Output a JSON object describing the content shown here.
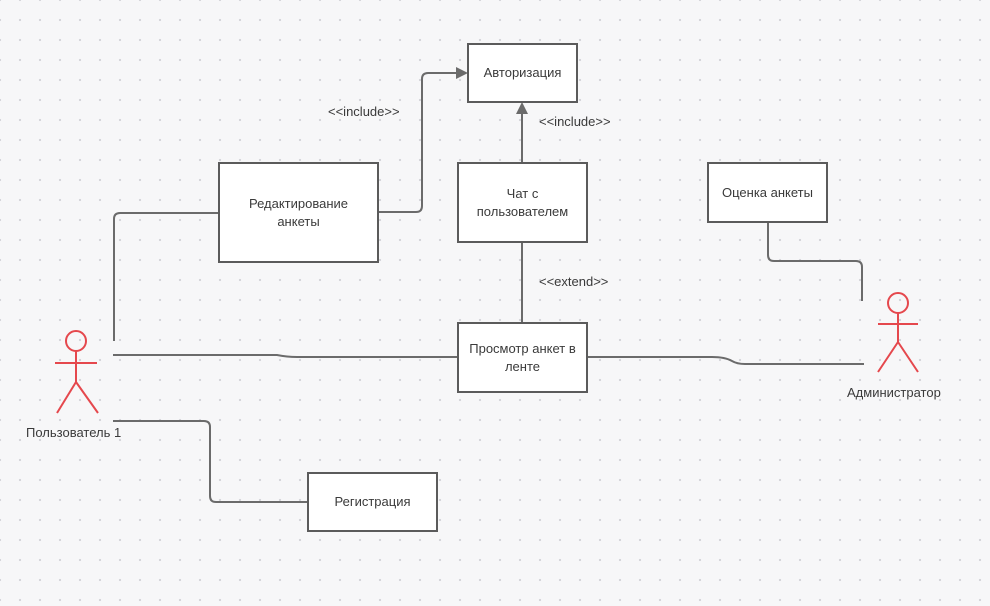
{
  "diagram": {
    "use_cases": {
      "authorization": "Авторизация",
      "edit_profile": "Редактирование анкеты",
      "chat": "Чат с пользователем",
      "rate_profiles": "Оценка анкеты",
      "view_feed": "Просмотр анкет в ленте",
      "registration": "Регистрация"
    },
    "actors": {
      "user": "Пользователь 1",
      "admin": "Администратор"
    },
    "relations": {
      "edit_include": "<<include>>",
      "chat_include": "<<include>>",
      "chat_extend": "<<extend>>"
    }
  },
  "colors": {
    "actor": "#e5484d",
    "line": "#6b6b6b",
    "box_border": "#5b5b5b"
  }
}
